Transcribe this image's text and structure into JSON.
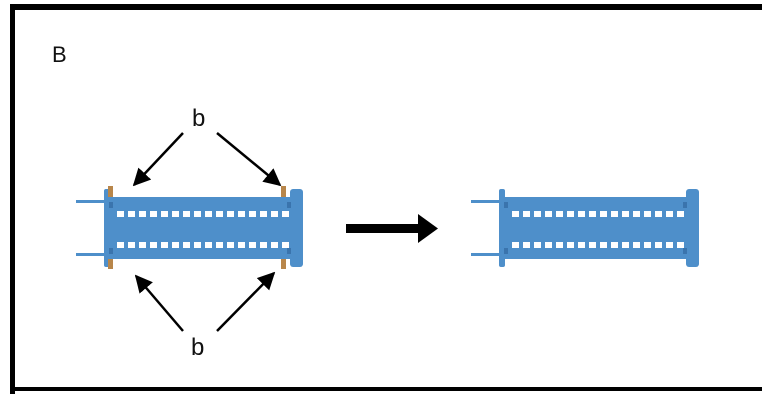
{
  "panel": {
    "label": "B",
    "callout_top": "b",
    "callout_bottom": "b"
  },
  "colors": {
    "device_fill": "#4e8fca",
    "device_dark": "#3a74ad",
    "clip": "#b8864a",
    "window": "#ffffff",
    "frame": "#000000",
    "arrow": "#000000"
  },
  "devices": [
    {
      "name": "before",
      "has_clips": true
    },
    {
      "name": "after",
      "has_clips": false
    }
  ],
  "transition_arrow": "right-arrow"
}
